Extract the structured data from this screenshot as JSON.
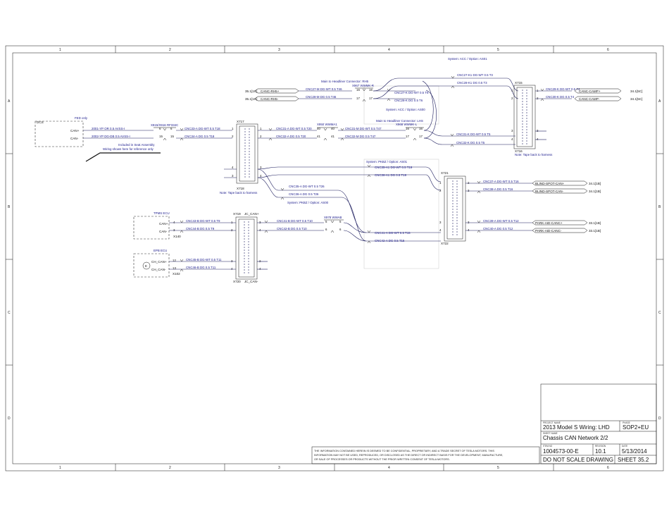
{
  "zones": {
    "columns": [
      "1",
      "2",
      "3",
      "4",
      "5",
      "6"
    ],
    "rows": [
      "A",
      "B",
      "C",
      "D"
    ]
  },
  "ecus": {
    "dcs": {
      "name": "DCS",
      "feed": "FED only",
      "pin_can_h": "CAN+",
      "pin_can_l": "CAN-",
      "note_line1": "Included in Seat Assembly",
      "note_line2": "Wiring shown here for reference only"
    },
    "tpms": {
      "name": "TPMS ECU",
      "pin_h": "CAN+",
      "pin_l": "CAN-",
      "conn": "X140"
    },
    "epb": {
      "name": "EPB ECU",
      "pin_h": "CH_CAN+",
      "pin_l": "CH_CAN-",
      "conn": "X102",
      "symbol": "E"
    }
  },
  "connectors": {
    "x915": "X915/X916 RF334C",
    "x717": "X717",
    "x718": "X718",
    "x719": "X719",
    "x720": "X720",
    "x721": "X721",
    "x722": "X722",
    "x715": "X715",
    "x716": "X716",
    "x719_tag": "JC_CAN+",
    "x720_tag": "JC_CAN-",
    "x950": "X950 WWMA1",
    "x978": "X978 WWAB",
    "x967": "X967 WWMK-R",
    "x968": "X968 WWMK-L",
    "rh5": "Main to Headliner Connector: RH5",
    "lhs": "Main to Headliner Connector: LHS"
  },
  "wires": {
    "w2001": "2001-YP OR 0.5 AVSS-I",
    "w2002": "2002-YP DG-DB 0.5 AVSS-I",
    "cnc33": "CNC33-A DG-WT 0.5 T18",
    "cnc34": "CNC34-A DG 0.5 T18",
    "cnc31": "CNC31-A DG-WT 0.5 T20",
    "cnc32": "CNC32-A DG 0.5 T20",
    "cnc31m": "CNC31-M DG-WT 0.5 T47",
    "cnc32m": "CNC32-M DG 0.5 T47",
    "cnc27m": "CNC27-M DG-WT 0.5 T46",
    "cnc28m": "CNC28-M DG 0.5 T46",
    "cnc27k1": "CNC27-K1 DG-WT 0.5 T3",
    "cnc28k1": "CNC28-K1 DG 0.5 T3",
    "cnc27k": "CNC27-K DG-WT 0.5 T6",
    "cnc28k": "CNC28-K DG 0.5 T6",
    "cnc29k": "CNC29-K DG-WT 0.5 T4",
    "cnc30k": "CNC30-K DG 0.5 T4",
    "cnc31k": "CNC31-K DG-WT 0.5 T5",
    "cnc32k": "CNC32-K DG 0.5 T5",
    "cnc35a1": "CNC35-A1 DG-WT 0.5 T19",
    "cnc36a1": "CNC36-A1 DG 0.5 T19",
    "cnc35a": "CNC35-A DG-WT 0.5 T26",
    "cnc36a": "CNC36-A DG 0.5 T26",
    "cnc37a": "CNC37-A DG-WT 0.5 T16",
    "cnc38a": "CNC38-A DG 0.5 T16",
    "cnc39a": "CNC39-A DG-WT 0.5 T12",
    "cnc40a": "CNC40-A DG 0.5 T12",
    "cnc41a": "CNC41-A DG-WT 0.5 T15",
    "cnc42a": "CNC42-A DG 0.5 T15",
    "cnc41b": "CNC41-B DG-WT 0.5 T10",
    "cnc42b": "CNC42-B DG 0.5 T10",
    "cnc43b": "CNC43-B DG-WT 0.5 T9",
    "cnc44b": "CNC44-B DG 0.5 T9",
    "cnc45b": "CNC45-B DG-WT 0.5 T11",
    "cnc46b": "CNC46-B DG 0.5 T11"
  },
  "signals": {
    "canc_rh5_p": "CANC-RH5+",
    "canc_rh5_m": "CANC-RH5-",
    "canc_camp_p": "CANC-CAMP+",
    "canc_camp_m": "CANC-CAMP-",
    "bs_p": "BLIND-SPOT-CAN+",
    "bs_m": "BLIND-SPOT-CAN-",
    "pa_p": "PARK-AID-CANC+",
    "pa_m": "PARK-AID-CANC-",
    "ref_351": "35.1[1C]",
    "ref_341_5c": "34.1[5C]",
    "ref_341_1b": "34.1[1B]",
    "ref_331_1b": "33.1[1B]"
  },
  "options": {
    "acc_as01": "System: ACC / Option: AS01",
    "acc_as00": "System: ACC / Option: AS00",
    "pkbz_as01": "System: PKBZ / Option: AS01",
    "pkbz_as00": "System: PKBZ / Option: AS00"
  },
  "notes": {
    "tape1": "Note: Tape back to harness",
    "tape2": "Note: Tape back to harness"
  },
  "title_block": {
    "project_label": "PROJECT NAME",
    "project": "2013 Model S Wiring: LHD",
    "phase_label": "PHASE",
    "phase": "SOP2+EU",
    "sheet_name_label": "SHEET NAME",
    "sheet_name": "Chassis CAN Network 2/2",
    "item_label": "ITEM NO",
    "item": "1004573-00-E",
    "rev_label": "REVISION",
    "rev": "10.1",
    "date_label": "DATE",
    "date": "5/13/2014",
    "dnsd": "DO NOT SCALE DRAWING",
    "sheet": "SHEET 35.2"
  },
  "confidential": [
    "THE INFORMATION CONTAINED HEREIN IS DEEMED TO BE CONFIDENTIAL, PROPRIETARY, AND A TRADE SECRET OF TESLA MOTORS. THIS",
    "INFORMATION MAY NOT BE USED, REPRODUCED, OR DISCLOSED AS THE DIRECT OR INDIRECT BASIS FOR THE DEVELOPMENT, MANUFACTURE,",
    "OR SALE OF PROCESSES OR PRODUCTS WITHOUT THE PRIOR WRITTEN CONSENT OF TESLA MOTORS."
  ]
}
